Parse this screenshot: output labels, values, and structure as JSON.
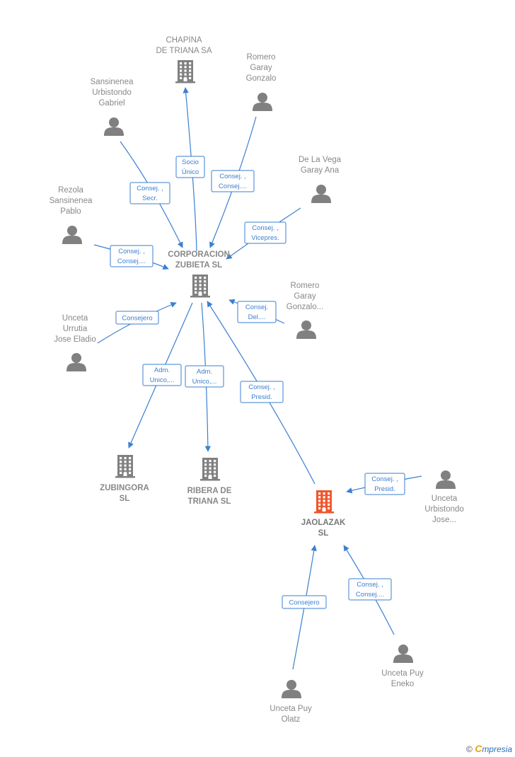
{
  "colors": {
    "edge": "#3b7fd1",
    "company": "#808080",
    "focus_company": "#f0552a",
    "person": "#808080"
  },
  "nodes": [
    {
      "id": "chapina",
      "type": "company",
      "label": [
        "CHAPINA",
        "DE TRIANA SA"
      ]
    },
    {
      "id": "romero1",
      "type": "person",
      "label": [
        "Romero",
        "Garay",
        "Gonzalo"
      ]
    },
    {
      "id": "sansinenea",
      "type": "person",
      "label": [
        "Sansinenea",
        "Urbistondo",
        "Gabriel"
      ]
    },
    {
      "id": "delavega",
      "type": "person",
      "label": [
        "De La Vega",
        "Garay Ana"
      ]
    },
    {
      "id": "rezola",
      "type": "person",
      "label": [
        "Rezola",
        "Sansinenea",
        "Pablo"
      ]
    },
    {
      "id": "corporacion",
      "type": "company",
      "label": [
        "CORPORACION",
        "ZUBIETA SL"
      ]
    },
    {
      "id": "romero2",
      "type": "person",
      "label": [
        "Romero",
        "Garay",
        "Gonzalo..."
      ]
    },
    {
      "id": "unceta_jose",
      "type": "person",
      "label": [
        "Unceta",
        "Urrutia",
        "Jose Eladio"
      ]
    },
    {
      "id": "zubingora",
      "type": "company",
      "label": [
        "ZUBINGORA",
        "SL"
      ]
    },
    {
      "id": "ribera",
      "type": "company",
      "label": [
        "RIBERA DE",
        "TRIANA  SL"
      ]
    },
    {
      "id": "jaolazak",
      "type": "company",
      "focus": true,
      "label": [
        "JAOLAZAK",
        "SL"
      ]
    },
    {
      "id": "unceta_urb",
      "type": "person",
      "label": [
        "Unceta",
        "Urbistondo",
        "Jose..."
      ]
    },
    {
      "id": "unceta_eneko",
      "type": "person",
      "label": [
        "Unceta Puy",
        "Eneko"
      ]
    },
    {
      "id": "unceta_olatz",
      "type": "person",
      "label": [
        "Unceta Puy",
        "Olatz"
      ]
    }
  ],
  "edges": [
    {
      "from": "chapina",
      "to": "corporacion",
      "label": [
        "Socio",
        "Único"
      ]
    },
    {
      "from": "romero1",
      "to": "corporacion",
      "label": [
        "Consej. ,",
        "Consej...."
      ]
    },
    {
      "from": "sansinenea",
      "to": "corporacion",
      "label": [
        "Consej. ,",
        "Secr."
      ]
    },
    {
      "from": "delavega",
      "to": "corporacion",
      "label": [
        "Consej. ,",
        "Vicepres."
      ]
    },
    {
      "from": "rezola",
      "to": "corporacion",
      "label": [
        "Consej. ,",
        "Consej...."
      ]
    },
    {
      "from": "romero2",
      "to": "corporacion",
      "label": [
        "Consej.",
        "Del...."
      ]
    },
    {
      "from": "unceta_jose",
      "to": "corporacion",
      "label": [
        "Consejero"
      ]
    },
    {
      "from": "corporacion",
      "to": "zubingora",
      "label": [
        "Adm.",
        "Unico,..."
      ]
    },
    {
      "from": "corporacion",
      "to": "ribera",
      "label": [
        "Adm.",
        "Unico,..."
      ]
    },
    {
      "from": "jaolazak",
      "to": "corporacion",
      "label": [
        "Consej. ,",
        "Presid."
      ]
    },
    {
      "from": "unceta_urb",
      "to": "jaolazak",
      "label": [
        "Consej. ,",
        "Presid."
      ]
    },
    {
      "from": "unceta_eneko",
      "to": "jaolazak",
      "label": [
        "Consej. ,",
        "Consej...."
      ]
    },
    {
      "from": "unceta_olatz",
      "to": "jaolazak",
      "label": [
        "Consejero"
      ]
    }
  ],
  "footer": {
    "copyright": "©",
    "brand_first": "C",
    "brand_rest": "mpresia"
  }
}
